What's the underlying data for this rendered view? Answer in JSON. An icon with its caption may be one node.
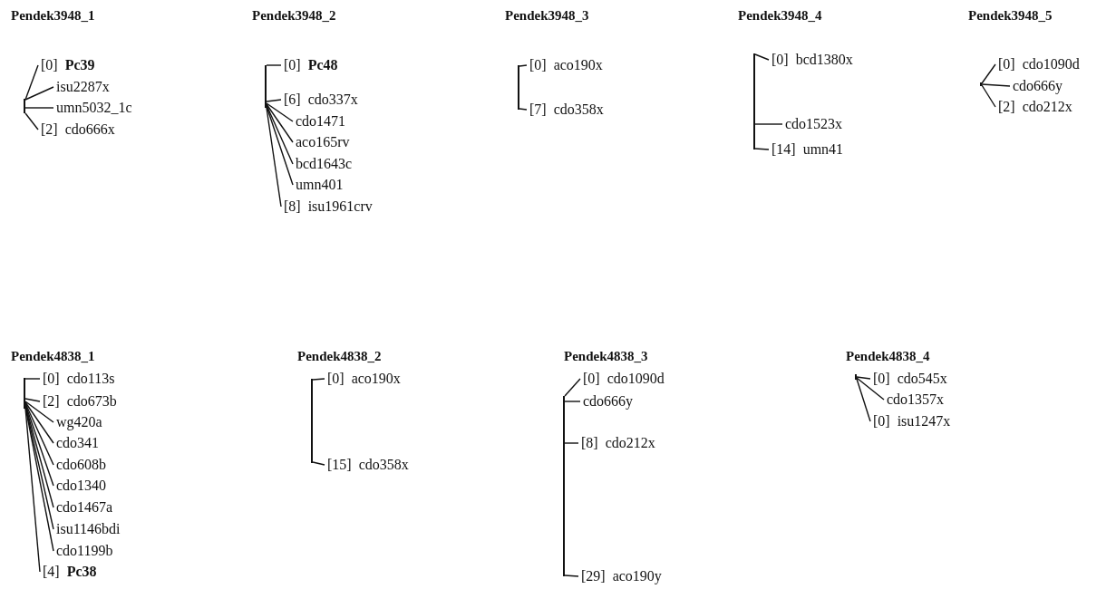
{
  "diagram": {
    "nodes": [
      {
        "text": [],
        "shape": "bar"
      },
      {
        "text": [
          "[0] **Pc39**"
        ]
      },
      {
        "text": [
          "isu2287x"
        ]
      },
      {
        "text": [
          "umn5032_1c"
        ]
      },
      {
        "text": [
          "[2] cdo666x"
        ]
      },
      {
        "text": [],
        "shape": "bar"
      },
      {
        "text": [
          "[0] **Pc48**"
        ]
      },
      {
        "text": [
          "[6] cdo337x"
        ]
      },
      {
        "text": [
          "cdo1471"
        ]
      },
      {
        "text": [
          "aco165rv"
        ]
      },
      {
        "text": [
          "bcd1643c"
        ]
      },
      {
        "text": [
          "umn401"
        ]
      },
      {
        "text": [
          "[8] isu1961crv"
        ]
      },
      {
        "text": [],
        "shape": "bar"
      },
      {
        "text": [
          "[0] aco190x"
        ]
      },
      {
        "text": [
          "[7] cdo358x"
        ]
      },
      {
        "text": [],
        "shape": "bar"
      },
      {
        "text": [
          "[0] bcd1380x"
        ]
      },
      {
        "text": [
          "cdo1523x"
        ]
      },
      {
        "text": [
          "[14] umn41"
        ]
      },
      {
        "text": [],
        "shape": "bar"
      },
      {
        "text": [
          "[0] cdo1090d"
        ]
      },
      {
        "text": [
          "cdo666y"
        ]
      },
      {
        "text": [
          "[2] cdo212x"
        ]
      },
      {
        "text": [],
        "shape": "bar"
      },
      {
        "text": [
          "[0] cdo113s"
        ]
      },
      {
        "text": [
          "[2] cdo673b"
        ]
      },
      {
        "text": [
          "wg420a"
        ]
      },
      {
        "text": [
          "cdo341"
        ]
      },
      {
        "text": [
          "cdo608b"
        ]
      },
      {
        "text": [
          "cdo1340"
        ]
      },
      {
        "text": [
          "cdo1467a"
        ]
      },
      {
        "text": [
          "isu1146bdi"
        ]
      },
      {
        "text": [
          "cdo1199b"
        ]
      },
      {
        "text": [
          "[4] **Pc38**"
        ]
      },
      {
        "text": [],
        "shape": "bar"
      },
      {
        "text": [
          "[0] aco190x"
        ]
      },
      {
        "text": [
          "[15] cdo358x"
        ]
      },
      {
        "text": [],
        "shape": "bar"
      },
      {
        "text": [
          "[0] cdo1090d"
        ]
      },
      {
        "text": [
          "cdo666y"
        ]
      },
      {
        "text": [
          "[8] cdo212x"
        ]
      },
      {
        "text": [
          "[29] aco190y"
        ]
      },
      {
        "text": [],
        "shape": "bar"
      },
      {
        "text": [
          "[0] cdo545x"
        ]
      },
      {
        "text": [
          "cdo1357x"
        ]
      },
      {
        "text": [
          "[0] isu1247x"
        ]
      }
    ],
    "edges": [
      {
        "from": 1,
        "to": 0,
        "arrow": "none"
      },
      {
        "from": 2,
        "to": 0,
        "arrow": "none"
      },
      {
        "from": 3,
        "to": 0,
        "arrow": "none"
      },
      {
        "from": 4,
        "to": 0,
        "arrow": "none"
      },
      {
        "from": 6,
        "to": 5,
        "arrow": "none"
      },
      {
        "from": 7,
        "to": 5,
        "arrow": "none"
      },
      {
        "from": 8,
        "to": 5,
        "arrow": "none"
      },
      {
        "from": 9,
        "to": 5,
        "arrow": "none"
      },
      {
        "from": 10,
        "to": 5,
        "arrow": "none"
      },
      {
        "from": 11,
        "to": 5,
        "arrow": "none"
      },
      {
        "from": 12,
        "to": 5,
        "arrow": "none"
      },
      {
        "from": 14,
        "to": 13,
        "arrow": "none"
      },
      {
        "from": 15,
        "to": 13,
        "arrow": "none"
      },
      {
        "from": 17,
        "to": 16,
        "arrow": "none"
      },
      {
        "from": 18,
        "to": 16,
        "arrow": "none"
      },
      {
        "from": 19,
        "to": 16,
        "arrow": "none"
      },
      {
        "from": 21,
        "to": 20,
        "arrow": "none"
      },
      {
        "from": 22,
        "to": 20,
        "arrow": "none"
      },
      {
        "from": 23,
        "to": 20,
        "arrow": "none"
      },
      {
        "from": 25,
        "to": 24,
        "arrow": "none"
      },
      {
        "from": 26,
        "to": 24,
        "arrow": "none"
      },
      {
        "from": 27,
        "to": 24,
        "arrow": "none"
      },
      {
        "from": 28,
        "to": 24,
        "arrow": "none"
      },
      {
        "from": 29,
        "to": 24,
        "arrow": "none"
      },
      {
        "from": 30,
        "to": 24,
        "arrow": "none"
      },
      {
        "from": 31,
        "to": 24,
        "arrow": "none"
      },
      {
        "from": 32,
        "to": 24,
        "arrow": "none"
      },
      {
        "from": 33,
        "to": 24,
        "arrow": "none"
      },
      {
        "from": 34,
        "to": 24,
        "arrow": "none"
      },
      {
        "from": 36,
        "to": 35,
        "arrow": "none"
      },
      {
        "from": 37,
        "to": 35,
        "arrow": "none"
      },
      {
        "from": 39,
        "to": 38,
        "arrow": "none"
      },
      {
        "from": 40,
        "to": 38,
        "arrow": "none"
      },
      {
        "from": 41,
        "to": 38,
        "arrow": "none"
      },
      {
        "from": 42,
        "to": 38,
        "arrow": "none"
      },
      {
        "from": 44,
        "to": 43,
        "arrow": "none"
      },
      {
        "from": 45,
        "to": 43,
        "arrow": "none"
      },
      {
        "from": 46,
        "to": 43,
        "arrow": "none"
      }
    ],
    "labels": [
      "Pendek3948_1",
      "Pendek3948_2",
      "Pendek3948_3",
      "Pendek3948_4",
      "Pendek3948_5",
      "Pendek4838_1",
      "Pendek4838_2",
      "Pendek4838_3",
      "Pendek4838_4"
    ]
  }
}
